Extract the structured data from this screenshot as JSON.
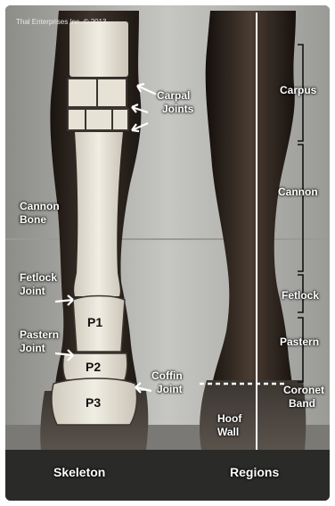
{
  "copyright": "Thal Enterprises Inc.   © 2013",
  "skeleton": {
    "carpal_joints": [
      "Carpal",
      "Joints"
    ],
    "cannon_bone": [
      "Cannon",
      "Bone"
    ],
    "fetlock_joint": [
      "Fetlock",
      "Joint"
    ],
    "pastern_joint": [
      "Pastern",
      "Joint"
    ],
    "coffin_joint": [
      "Coffin",
      "Joint"
    ],
    "p1": "P1",
    "p2": "P2",
    "p3": "P3",
    "caption": "Skeleton"
  },
  "regions": {
    "carpus": "Carpus",
    "cannon": "Cannon",
    "fetlock": "Fetlock",
    "pastern": "Pastern",
    "coronet_band": [
      "Coronet",
      "Band"
    ],
    "hoof_wall": [
      "Hoof",
      "Wall"
    ],
    "caption": "Regions"
  },
  "colors": {
    "background": "#b9b9b5",
    "bone": "#e6e2d6",
    "leg": "#3a2e27",
    "label": "#ffffff"
  }
}
